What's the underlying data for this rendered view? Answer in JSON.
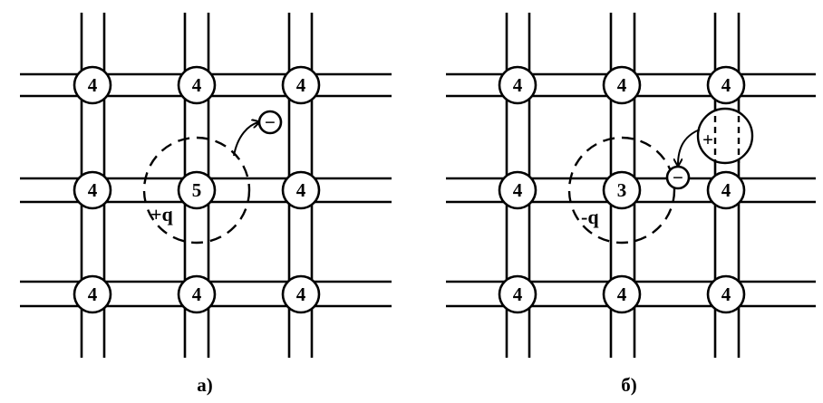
{
  "panels": [
    {
      "id": "a",
      "caption": "а)",
      "atoms": [
        [
          "4",
          "4",
          "4"
        ],
        [
          "4",
          "5",
          "4"
        ],
        [
          "4",
          "4",
          "4"
        ]
      ],
      "charge_label": "+q",
      "carrier_symbol": "−"
    },
    {
      "id": "b",
      "caption": "б)",
      "atoms": [
        [
          "4",
          "4",
          "4"
        ],
        [
          "4",
          "3",
          "4"
        ],
        [
          "4",
          "4",
          "4"
        ]
      ],
      "charge_label": "-q",
      "carrier_symbol": "−",
      "hole_symbol": "+"
    }
  ]
}
